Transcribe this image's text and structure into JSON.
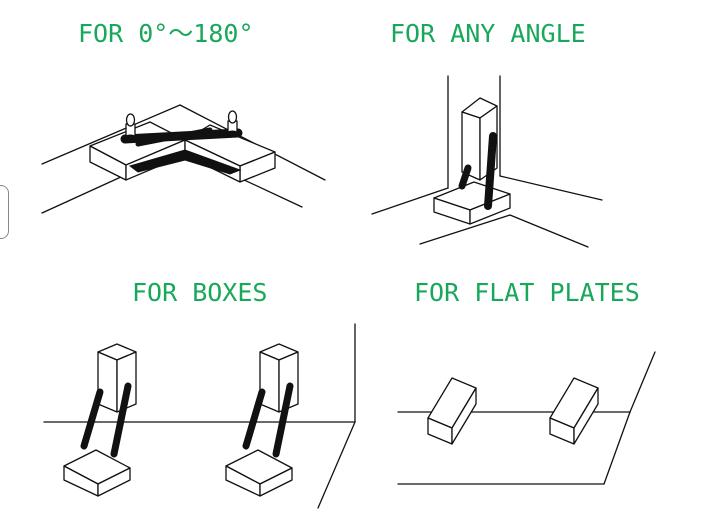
{
  "labels": {
    "top_left": "FOR 0°〜180°",
    "top_right": "FOR ANY ANGLE",
    "bottom_left": "FOR BOXES",
    "bottom_right": "FOR FLAT PLATES"
  },
  "colors": {
    "label": "#19a85b",
    "line": "#111111",
    "background": "#ffffff"
  }
}
